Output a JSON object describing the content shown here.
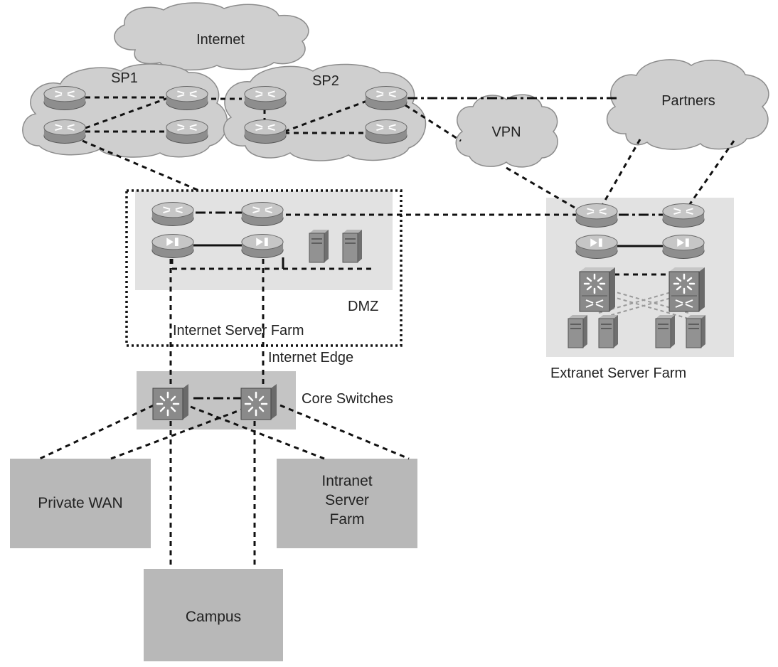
{
  "colors": {
    "cloud": "#cfcfcf",
    "panel": "#e2e2e2",
    "box": "#b8b8b8",
    "device": "#a9a9a9",
    "line": "#111111"
  },
  "clouds": {
    "internet": "Internet",
    "sp1": "SP1",
    "sp2": "SP2",
    "vpn": "VPN",
    "partners": "Partners"
  },
  "zones": {
    "dmz": "DMZ",
    "internet_server_farm": "Internet Server Farm",
    "internet_edge": "Internet Edge",
    "extranet_server_farm": "Extranet Server Farm",
    "core_switches": "Core Switches"
  },
  "boxes": {
    "private_wan": "Private WAN",
    "intranet_server_farm": [
      "Intranet",
      "Server",
      "Farm"
    ],
    "campus": "Campus"
  },
  "icons": {
    "router": "router-icon",
    "firewall": "firewall-icon",
    "server": "server-icon",
    "switch": "multilayer-switch-icon"
  }
}
